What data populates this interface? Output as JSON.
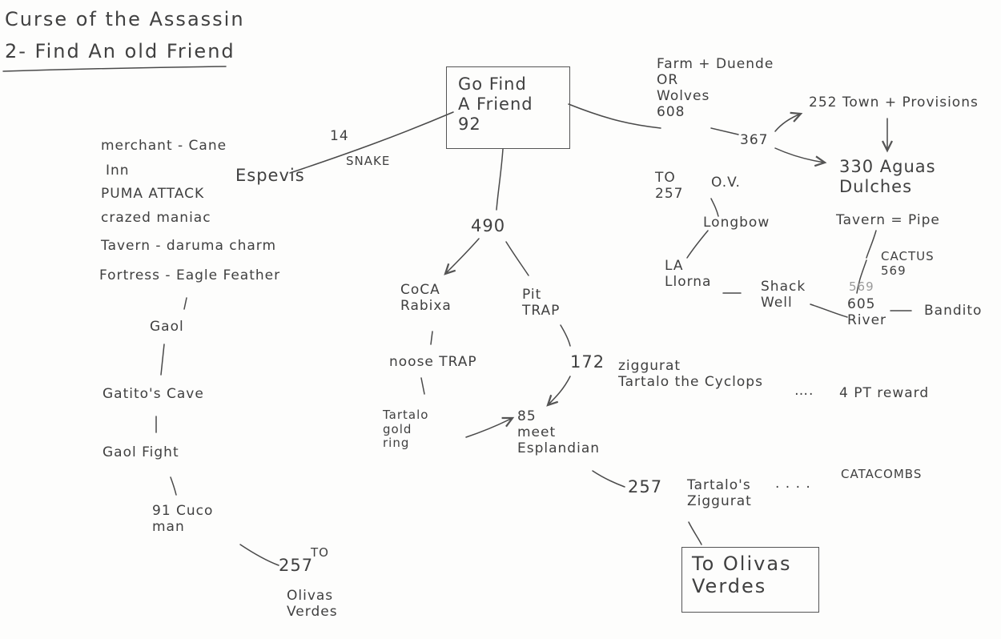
{
  "title": {
    "line1": "Curse of the Assassin",
    "line2": "2- Find An old Friend"
  },
  "start": {
    "label": "Go Find\nA Friend\n92"
  },
  "west": {
    "edge_number": "14",
    "edge_label": "SNAKE",
    "node": "Espevis",
    "list": [
      "merchant - Cane",
      "Inn",
      "PUMA ATTACK",
      "crazed maniac",
      "Tavern - daruma charm",
      "Fortress - Eagle Feather"
    ],
    "chain": [
      "Gaol",
      "Gatito's Cave",
      "Gaol Fight",
      "91 Cuco\nman",
      "257",
      "TO",
      "Olivas\nVerdes"
    ]
  },
  "center": {
    "n490": "490",
    "coca": "CoCA\nRabixa",
    "pit": "Pit\nTRAP",
    "noose": "noose TRAP",
    "ring": "Tartalo\ngold\nring",
    "n172": "172",
    "ziggurat": "ziggurat\nTartalo the Cyclops",
    "reward_dots": "….",
    "reward": "4 PT reward",
    "meet": "85\nmeet\nEsplandian",
    "n257": "257",
    "tz": "Tartalo's\nZiggurat",
    "cat_dots": ". . . .",
    "catacombs": "CATACOMBS",
    "end": "To Olivas\nVerdes"
  },
  "east": {
    "farm": "Farm + Duende\nOR\nWolves\n608",
    "n367": "367",
    "n252": "252 Town + Provisions",
    "n330": "330 Aguas\nDulches",
    "to257": "TO\n257",
    "ov": "O.V.",
    "longbow": "Longbow",
    "la": "LA\nLlorna",
    "shack": "Shack\nWell",
    "tavern": "Tavern = Pipe",
    "cactus": "CACTUS\n569",
    "s569": "569",
    "river": "605\nRiver",
    "bandito": "Bandito"
  }
}
